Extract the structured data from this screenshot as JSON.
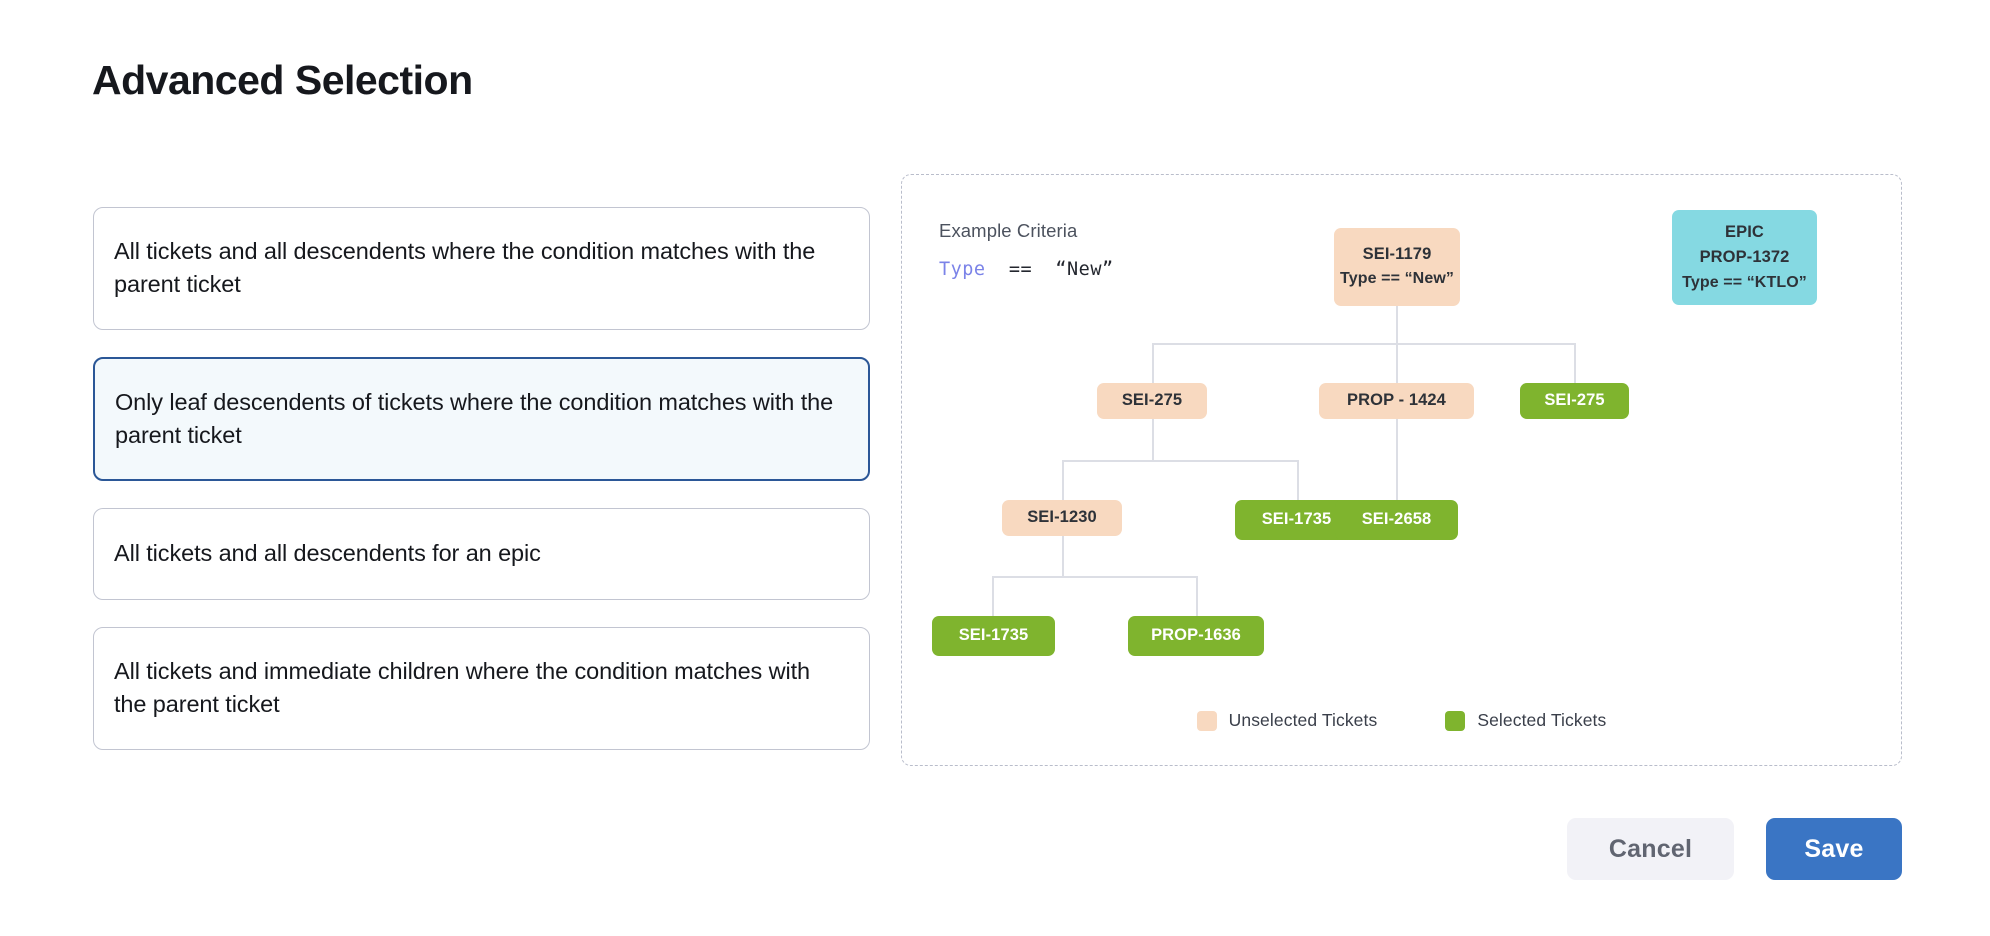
{
  "page_title": "Advanced Selection",
  "options": [
    {
      "label": "All tickets and all descendents where the condition matches with the parent ticket",
      "selected": false
    },
    {
      "label": "Only leaf descendents of tickets where the condition matches with the parent ticket",
      "selected": true
    },
    {
      "label": "All tickets and all descendents for an epic",
      "selected": false
    },
    {
      "label": "All tickets and immediate children where the condition matches with the parent ticket",
      "selected": false
    }
  ],
  "diagram": {
    "criteria_label": "Example Criteria",
    "criteria_field": "Type",
    "criteria_operator": "==",
    "criteria_value": "“New”",
    "nodes": {
      "root": {
        "title": "SEI-1179",
        "subtitle": "Type == “New”",
        "state": "unselected"
      },
      "epic": {
        "kind": "EPIC",
        "title": "PROP-1372",
        "subtitle": "Type == “KTLO”",
        "state": "epic"
      },
      "c1": {
        "title": "SEI-275",
        "state": "unselected"
      },
      "c2": {
        "title": "PROP - 1424",
        "state": "unselected"
      },
      "c3": {
        "title": "SEI-275",
        "state": "selected"
      },
      "c1a": {
        "title": "SEI-1230",
        "state": "unselected"
      },
      "c1b": {
        "title": "SEI-1735",
        "state": "selected"
      },
      "c2a": {
        "title": "SEI-2658",
        "state": "selected"
      },
      "c1a1": {
        "title": "SEI-1735",
        "state": "selected"
      },
      "c1a2": {
        "title": "PROP-1636",
        "state": "selected"
      }
    },
    "legend": [
      {
        "label": "Unselected Tickets",
        "color": "#f8d9c0"
      },
      {
        "label": "Selected Tickets",
        "color": "#7fb42e"
      }
    ]
  },
  "footer": {
    "cancel_label": "Cancel",
    "save_label": "Save"
  },
  "colors": {
    "unselected": "#f8d9c0",
    "selected": "#7fb42e",
    "epic": "#85d9e2",
    "accent": "#3a75c4",
    "selected_card_border": "#2b5797",
    "selected_card_bg": "#f3f9fc"
  }
}
